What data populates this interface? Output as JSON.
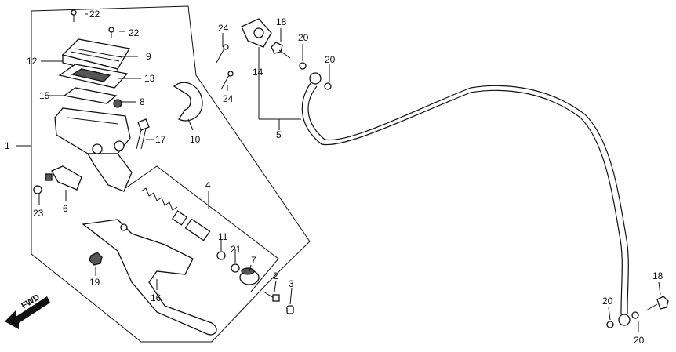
{
  "callouts": {
    "n1": "1",
    "n2": "2",
    "n3": "3",
    "n4": "4",
    "n5": "5",
    "n6": "6",
    "n7": "7",
    "n8": "8",
    "n9": "9",
    "n10": "10",
    "n11": "11",
    "n12": "12",
    "n13": "13",
    "n14": "14",
    "n15": "15",
    "n16": "16",
    "n17": "17",
    "n18a": "18",
    "n18b": "18",
    "n19": "19",
    "n20a": "20",
    "n20b": "20",
    "n20c": "20",
    "n20d": "20",
    "n21": "21",
    "n22a": "22",
    "n22b": "22",
    "n23": "23",
    "n24a": "24",
    "n24b": "24"
  },
  "direction_marker": {
    "label": "FWD",
    "icon": "forward-arrow-icon"
  },
  "colors": {
    "line": "#111111",
    "background": "#ffffff"
  }
}
